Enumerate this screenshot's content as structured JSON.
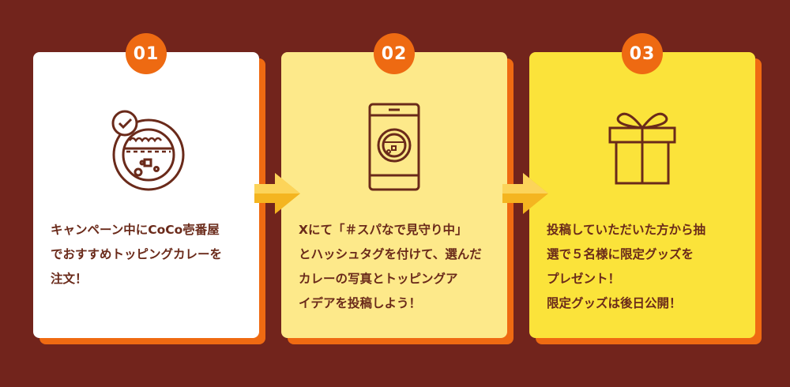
{
  "colors": {
    "background": "#72241c",
    "badge": "#ee6a12",
    "shadow": "#ef6a12",
    "card1": "#ffffff",
    "card2": "#fde98a",
    "card3": "#fbe33a",
    "icon_stroke": "#6a2a1a",
    "arrow": "#f4b520"
  },
  "steps": [
    {
      "number": "01",
      "icon": "curry-plate-check-icon",
      "text": "キャンペーン中にCoCo壱番屋\nでおすすめトッピングカレーを\n注文！"
    },
    {
      "number": "02",
      "icon": "smartphone-curry-icon",
      "text": "Xにて「＃スパなで見守り中」\nとハッシュタグを付けて、選んだ\nカレーの写真とトッピングア\nイデアを投稿しよう！"
    },
    {
      "number": "03",
      "icon": "gift-box-icon",
      "text": "投稿していただいた方から抽\n選で５名様に限定グッズを\nプレゼント！\n限定グッズは後日公開！"
    }
  ]
}
